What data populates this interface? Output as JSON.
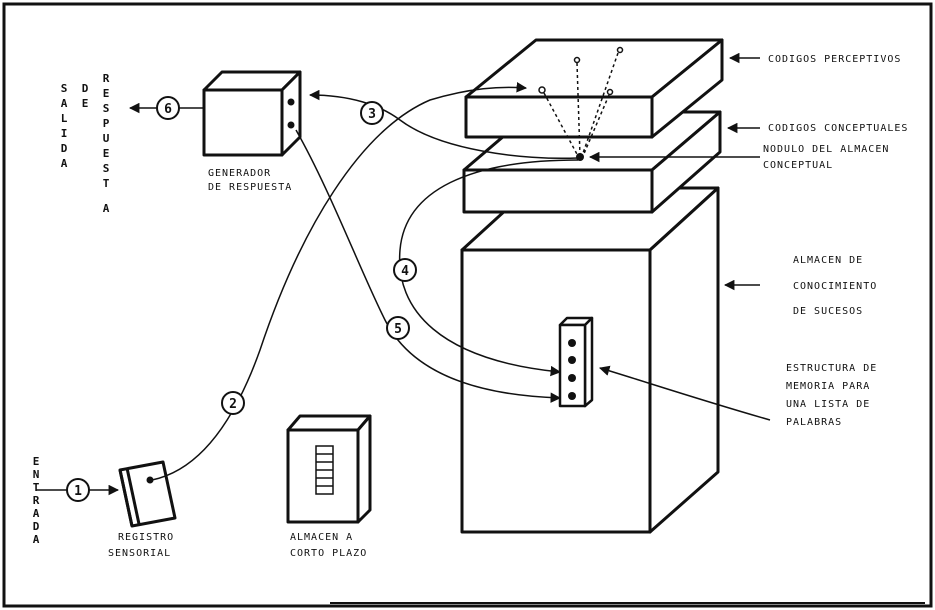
{
  "diagram": {
    "labels": {
      "salida_de_respuesta_col1": [
        "S",
        "A",
        "L",
        "I",
        "D",
        "A"
      ],
      "salida_de_respuesta_col2": [
        "D",
        "E"
      ],
      "salida_de_respuesta_col3": [
        "R",
        "E",
        "S",
        "P",
        "U",
        "E",
        "S",
        "T",
        "A"
      ],
      "entrada": [
        "E",
        "N",
        "T",
        "R",
        "A",
        "D",
        "A"
      ],
      "generador_line1": "GENERADOR",
      "generador_line2": "DE RESPUESTA",
      "registro_line1": "REGISTRO",
      "registro_line2": "SENSORIAL",
      "almacen_corto_line1": "ALMACEN A",
      "almacen_corto_line2": "CORTO PLAZO",
      "codigos_perceptivos": "CODIGOS PERCEPTIVOS",
      "codigos_conceptuales": "CODIGOS CONCEPTUALES",
      "nodulo_line1": "NODULO DEL ALMACEN",
      "nodulo_line2": "CONCEPTUAL",
      "almacen_conocimiento_line1": "ALMACEN DE",
      "almacen_conocimiento_line2": "CONOCIMIENTO",
      "almacen_conocimiento_line3": "DE SUCESOS",
      "estructura_line1": "ESTRUCTURA DE",
      "estructura_line2": "MEMORIA PARA",
      "estructura_line3": "UNA LISTA DE",
      "estructura_line4": "PALABRAS"
    },
    "step_numbers": [
      "1",
      "2",
      "3",
      "4",
      "5",
      "6"
    ]
  }
}
